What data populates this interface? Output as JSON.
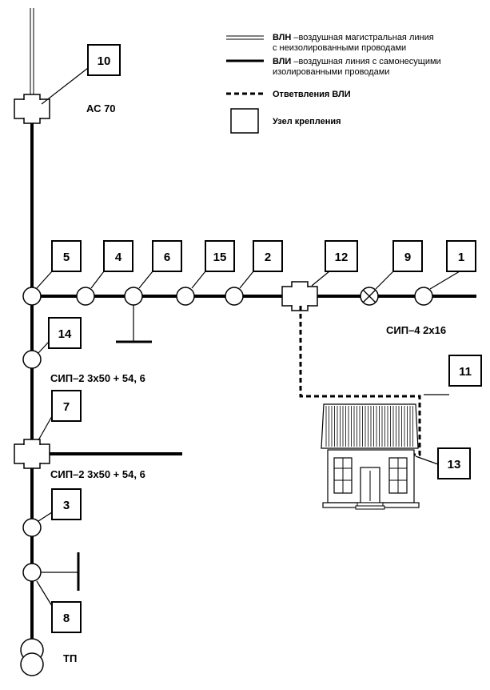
{
  "legend": {
    "vln": {
      "abbr": "ВЛН",
      "line1": " –воздушная магистральная линия",
      "line2": "с неизолированными проводами"
    },
    "vli": {
      "abbr": "ВЛИ",
      "line1": " –воздушная линия с самонесущими",
      "line2": "изолированными проводами"
    },
    "branch": "Ответвления ВЛИ",
    "node": "Узел крепления"
  },
  "cables": {
    "ac": "АС 70",
    "sip4": "СИП–4  2х16",
    "sip2_upper": "СИП–2  3х50 + 54, 6",
    "sip2_lower": "СИП–2  3х50 + 54, 6",
    "tp": "ТП"
  },
  "callouts": {
    "n10": "10",
    "n5": "5",
    "n4": "4",
    "n6": "6",
    "n15": "15",
    "n2": "2",
    "n12": "12",
    "n9": "9",
    "n1": "1",
    "n14": "14",
    "n7": "7",
    "n11": "11",
    "n13": "13",
    "n3": "3",
    "n8": "8"
  }
}
